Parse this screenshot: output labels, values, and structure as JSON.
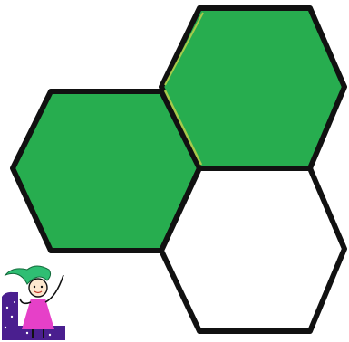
{
  "hexagons": [
    {
      "id": "top-right",
      "filled": true
    },
    {
      "id": "left",
      "filled": true
    },
    {
      "id": "bottom-right",
      "filled": false
    }
  ],
  "colors": {
    "fill_shaded": "#27ad4f",
    "fill_empty": "#ffffff",
    "outline": "#111111",
    "shared_edge_highlight": "#a7c94a"
  },
  "mascot": {
    "icon": "cartoon-girl-icon",
    "hair_color": "#2fbe73",
    "dress_color": "#e640c8",
    "block_color": "#4a1f8f"
  }
}
